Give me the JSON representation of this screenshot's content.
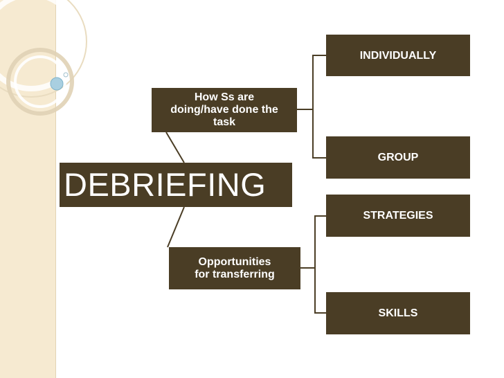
{
  "diagram": {
    "root": "DEBRIEFING",
    "branches": [
      {
        "label": "How Ss are\ndoing/have done the\ntask",
        "children": [
          "INDIVIDUALLY",
          "GROUP"
        ]
      },
      {
        "label": "Opportunities\nfor transferring",
        "children": [
          "STRATEGIES",
          "SKILLS"
        ]
      }
    ]
  },
  "colors": {
    "box_fill": "#4a3d25",
    "box_text": "#ffffff",
    "connector": "#4a3d25",
    "sidebar": "#f6ead1"
  }
}
